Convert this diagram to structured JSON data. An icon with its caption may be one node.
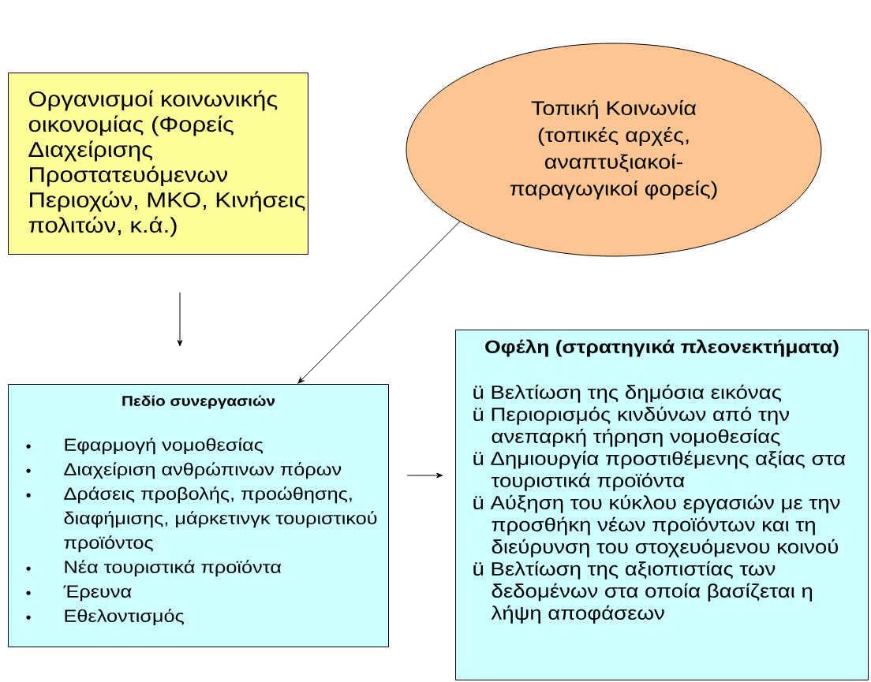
{
  "diagram": {
    "nodes": [
      {
        "text": [
          "Οργανισμοί κοινωνικής οικονομίας (Φορείς Διαχείρισης Προστατευόμενων Περιοχών, ΜΚΟ, Κινήσεις πολιτών, κ.ά.)"
        ]
      },
      {
        "text": [
          "Τοπική Κοινωνία (τοπικές αρχές, αναπτυξιακοί-παραγωγικοί φορείς)"
        ]
      },
      {
        "text": [
          "Πεδίο συνεργασιών",
          "Εφαρμογή νομοθεσίας",
          "Διαχείριση ανθρώπινων πόρων",
          "Δράσεις προβολής, προώθησης, διαφήμισης, μάρκετινγκ τουριστικού προϊόντος",
          "Νέα τουριστικά προϊόντα",
          "Έρευνα",
          "Εθελοντισμός"
        ]
      },
      {
        "text": [
          "Οφέλη (στρατηγικά πλεονεκτήματα)",
          "ü Βελτίωση της δημόσια εικόνας",
          "ü Περιορισμός κινδύνων από την ανεπαρκή τήρηση νομοθεσίας",
          "ü Δημιουργία προστιθέμενης αξίας στα τουριστικά προϊόντα",
          "ü Αύξηση του κύκλου εργασιών με την προσθήκη νέων προϊόντων και τη διεύρυνση του στοχευόμενου κοινού",
          "ü Βελτίωση της αξιοπιστίας των δεδομένων στα οποία βασίζεται η λήψη αποφάσεων"
        ]
      }
    ],
    "edges": [
      {
        "from": 0,
        "to": 2,
        "arrow": "to"
      },
      {
        "from": 1,
        "to": 2,
        "arrow": "to"
      },
      {
        "from": 2,
        "to": 3,
        "arrow": "to"
      }
    ]
  }
}
